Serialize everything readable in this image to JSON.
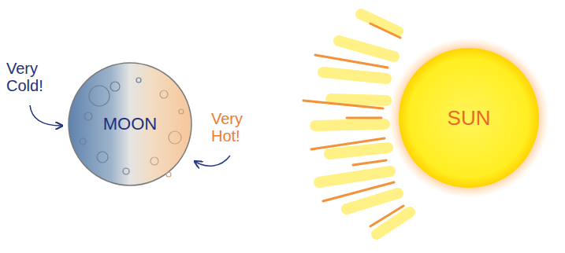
{
  "diagram": {
    "nodes": [
      {
        "text": [
          "MOON"
        ]
      },
      {
        "text": [
          "SUN"
        ]
      }
    ],
    "labels": [
      "Very Cold!",
      "Very Hot!"
    ]
  }
}
